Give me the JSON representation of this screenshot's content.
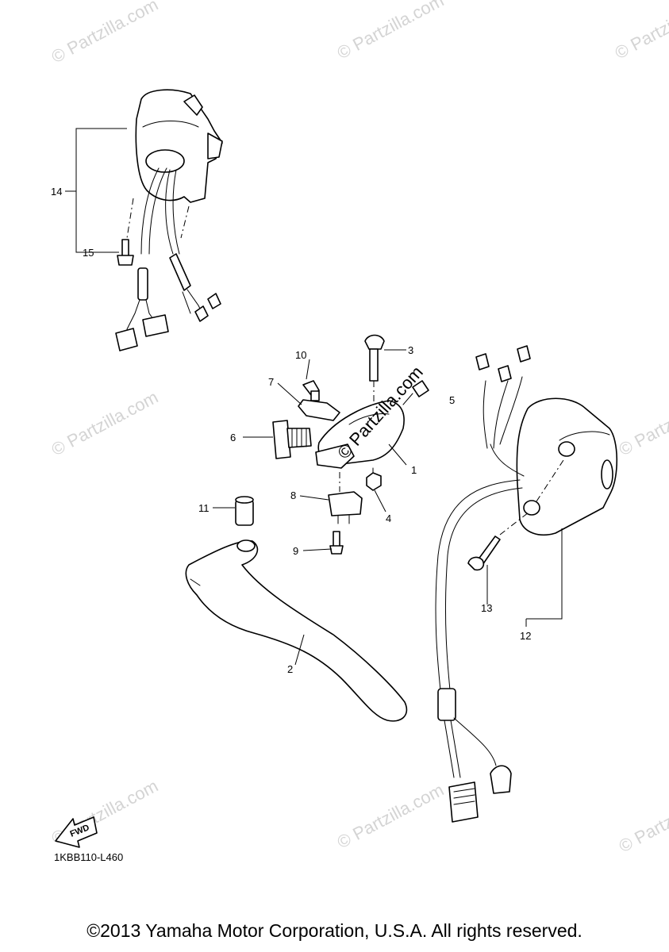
{
  "watermark": "© Partzilla.com",
  "center_watermark": "© Partzilla.com",
  "callouts": {
    "c1": "1",
    "c2": "2",
    "c3": "3",
    "c4": "4",
    "c5": "5",
    "c6": "6",
    "c7": "7",
    "c8": "8",
    "c9": "9",
    "c10": "10",
    "c11": "11",
    "c12": "12",
    "c13": "13",
    "c14": "14",
    "c15": "15"
  },
  "fwd_label": "FWD",
  "diagram_code": "1KBB110-L460",
  "copyright": "©2013 Yamaha Motor Corporation, U.S.A. All rights reserved."
}
